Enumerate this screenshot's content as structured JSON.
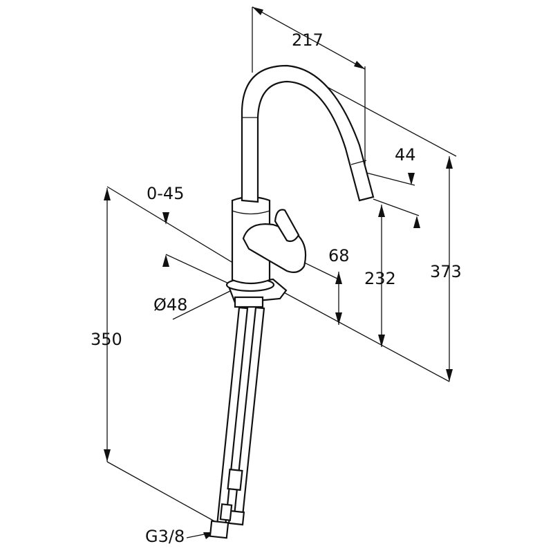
{
  "drawing": {
    "title": "Kitchen faucet dimension drawing",
    "dimensions": {
      "spout_reach": "217",
      "spout_outlet_offset": "44",
      "swivel_angle": "0-45",
      "body_height": "68",
      "outlet_height": "232",
      "total_height": "373",
      "base_diameter": "Ø48",
      "hose_length": "350",
      "connection_thread": "G3/8"
    },
    "line_color": "#111111",
    "background_color": "#ffffff"
  }
}
